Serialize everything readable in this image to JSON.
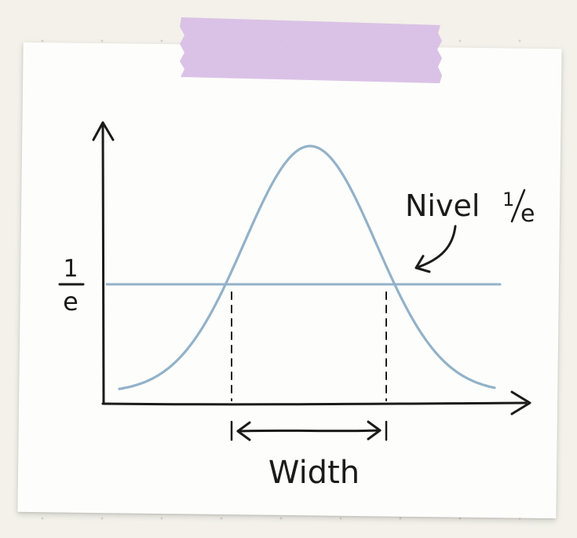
{
  "diagram": {
    "level_label_prefix": "Nivel ",
    "level_label_num": "1",
    "level_label_den": "e",
    "axis_fraction_num": "1",
    "axis_fraction_den": "e",
    "width_label": "Width"
  },
  "colors": {
    "curve": "#93b2c9",
    "ink": "#1b1b1b",
    "tape": "#d8bfe6",
    "paper": "#fdfdfb",
    "background": "#f3f1ea"
  },
  "icons": {
    "y_axis_arrow": "arrow-up-icon",
    "x_axis_arrow": "arrow-right-icon",
    "pointer": "curved-arrow-icon",
    "width_arrow": "double-arrow-icon"
  }
}
